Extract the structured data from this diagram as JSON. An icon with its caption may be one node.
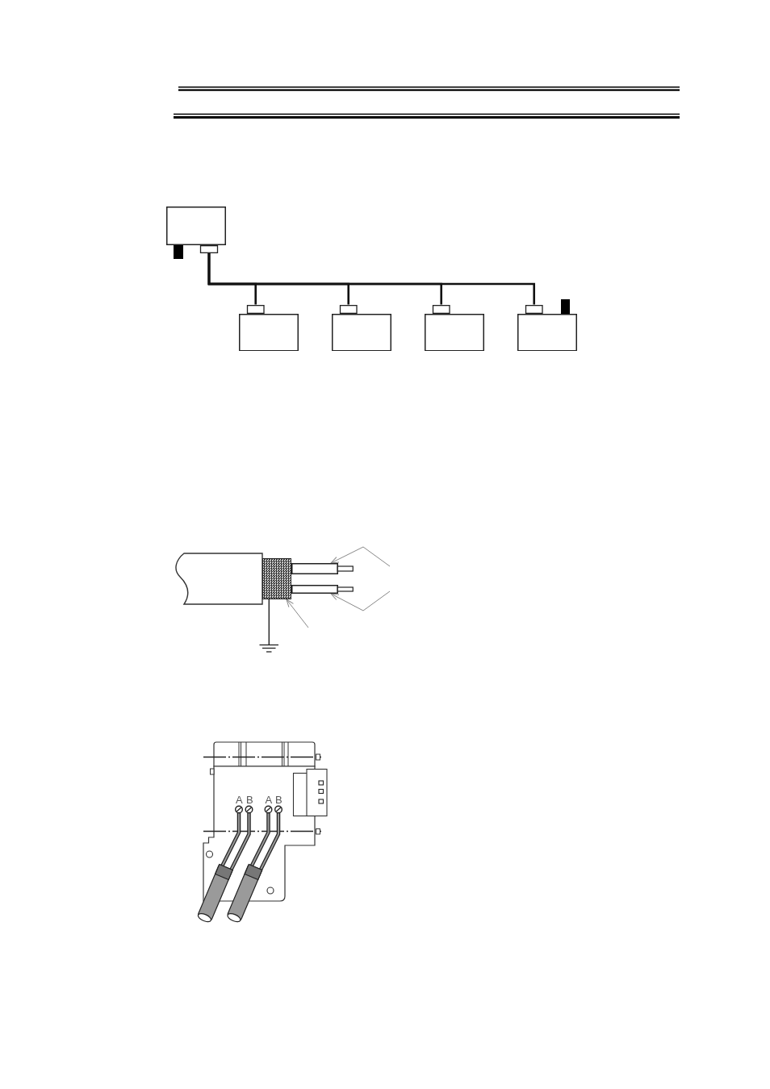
{
  "diagram": {
    "nodes": [
      {
        "text": [],
        "shape": "box"
      },
      {
        "text": [],
        "shape": "box"
      },
      {
        "text": [],
        "shape": "box"
      },
      {
        "text": [],
        "shape": "box"
      },
      {
        "text": [],
        "shape": "box"
      },
      {
        "text": [],
        "shape": "bar"
      },
      {
        "text": [],
        "shape": "bar"
      },
      {
        "text": [],
        "shape": "box"
      }
    ],
    "edges": [
      {
        "from": 0,
        "to": 1,
        "arrow": "none"
      },
      {
        "from": 0,
        "to": 2,
        "arrow": "none"
      },
      {
        "from": 0,
        "to": 3,
        "arrow": "none"
      },
      {
        "from": 0,
        "to": 4,
        "arrow": "none"
      },
      {
        "from": null,
        "to": 5,
        "arrow": "to",
        "color": "#888888"
      },
      {
        "from": null,
        "to": 6,
        "arrow": "to",
        "color": "#888888"
      },
      {
        "from": null,
        "to": 7,
        "arrow": "to",
        "color": "#888888"
      }
    ],
    "labels": [
      "A",
      "B",
      "A",
      "B"
    ]
  }
}
